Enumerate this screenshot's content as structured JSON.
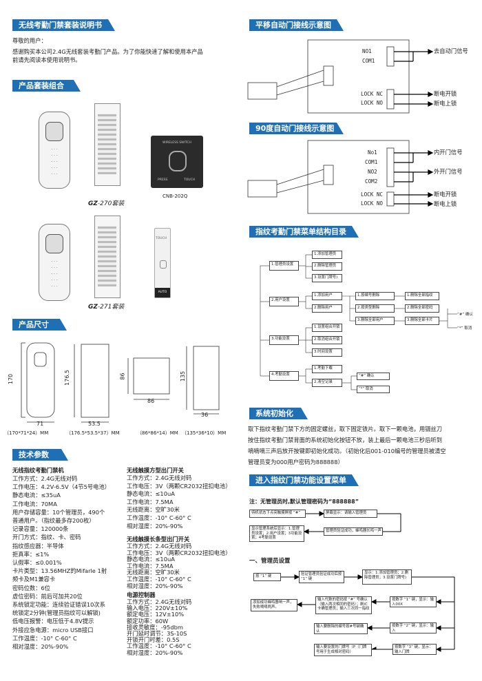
{
  "left": {
    "manual_title": "无线考勤门禁套装说明书",
    "greeting": "尊敬的用户：",
    "intro_line1": "感谢购买本公司2.4G无线套装考勤门产品。为了你能快速了解和使用本产品",
    "intro_line2": "前请先阅读本使用说明书。",
    "combo_title": "产品套装组合",
    "gz270_label": "-270套装",
    "gz271_label": "-271套装",
    "gz_logo": "GZ",
    "cnb_label": "CNB-202Q",
    "touch_text": "TOUCH",
    "auto_text": "AUTO",
    "wireless_switch_text": "WIRELESS SWITCH",
    "press_text": "PRESS",
    "touch_small": "TOUCH",
    "size_title": "产品尺寸",
    "dims": {
      "d170": "170",
      "d71": "71",
      "d176": "176.5",
      "d53": "53.5",
      "d86a": "86",
      "d86b": "86",
      "d135": "135",
      "d36": "36",
      "cap1": "（170*71*24）MM",
      "cap2": "（176.5*53.5*37）MM",
      "cap3": "（86*86*14）MM",
      "cap4": "（135*36*10）MM"
    },
    "spec_title": "技术参数",
    "spec_head1": "无线指纹考勤门禁机",
    "spec1": [
      "工作方式：2.4G无线对码",
      "工作电压：4.2V-6.5V（4节5号电池）",
      "静态电流：≤35uA",
      "工作电流：70MA",
      "用户存储容量：10个管理员，490个",
      "普通用户。（指纹最多存200枚）",
      "记录容量：120000条",
      "开门方式：指纹、卡、密码",
      "指纹感应器：半导体",
      "拒真率：≤1%",
      "认假率：≤0.001%",
      "卡片类型：13.56MHZ的Mifarle 1射",
      "频卡及M1兼容卡",
      "密码位数：6位",
      "虚位密码：前后可加共20位",
      "系统锁定功能：连续验证错误10次系",
      "统锁定2分钟(管理员指纹可以解锁)",
      "低电压报警：电压低于4.8V提示",
      "外接应急电源：micro USB接口",
      "工作温度：-10° C-60° C",
      "相对湿度：20%-90%"
    ],
    "spec_head2": "无线触摸方型出门开关",
    "spec2": [
      "工作方式：2.4G无线对码",
      "工作电压：3V（两颗CR2032扭扣电池）",
      "静态电流：≤10uA",
      "工作电流：7.5MA",
      "无线距离：空旷30米",
      "工作温度：-10° C-60° C",
      "相对湿度：20%-90%"
    ],
    "spec_head3": "无线触摸长条型出门开关",
    "spec3": [
      "工作方式：2.4G无线对码",
      "工作电压：3V（两颗CR2032扭扣电池）",
      "静态电流：≤10uA",
      "工作电流：7.5MA",
      "无线距离：空旷30米",
      "工作温度：-10° C-60° C",
      "相对湿度：20%-90%"
    ],
    "spec_head4": "电源控制器",
    "spec4": [
      "工作方式：2.4G无线对码",
      "输入电压：220V±10%",
      "额定电压：12V±10%",
      "额定功率：60W",
      "接收灵敏度：-95dbm",
      "开门延时调节：3S-10S",
      "开锁开门时差：0.5S",
      "工作温度：-10° C-60° C",
      "相对湿度：20%-90%"
    ]
  },
  "right": {
    "slide_title": "平移自动门接线示意图",
    "slide": {
      "no1": "NO1",
      "com1": "COM1",
      "lock_nc": "LOCK NC",
      "lock_no": "LOCK NO",
      "sig": "去自动门信号",
      "power_off": "断电开锁",
      "power_on": "断电上锁"
    },
    "swing_title": "90度自动门接线示意图",
    "swing": {
      "no1": "No1",
      "com1": "COM1",
      "no2": "NO2",
      "com2": "COM2",
      "lock_nc": "LOCK NC",
      "lock_no": "LOCK NO",
      "in_sig": "内开门信号",
      "out_sig": "外开门信号",
      "power_off": "断电开锁",
      "power_on": "断电上锁"
    },
    "menu_title": "指纹考勤门禁菜单结构目录",
    "menu": {
      "m1": "1.管理员设置",
      "m1a": "1.添加管理员",
      "m1b": "2.删除管理员",
      "m1c": "3.设置门牌号)",
      "m2": "2.用户设置",
      "m2a": "1.添加用户",
      "m2b": "2.删除用户",
      "m2a1": "1.按编号删除",
      "m2a2": "2.按类型删除",
      "m2a3": "3.删除全部用户",
      "m2b1": "1.删除全部指纹",
      "m2b2": "2.删除全部密码",
      "m2b3": "3.删除全部卡片",
      "confirm": "“#” 确认",
      "cancel": "“*” 取消",
      "m3": "3.功能设置",
      "m3a": "1.设置组合开锁",
      "m3b": "2.取消组合开锁",
      "m3c": "3.时间设置",
      "m4": "4.考勤设置",
      "m4a": "1.考勤下载",
      "m4b": "2.清空记录",
      "m4_confirm": "“#” 确认",
      "m4_cancel": "“*” 取消"
    },
    "init_title": "系统初始化",
    "init_lines": [
      "取下指纹考勤门禁下方的固定螺丝，取下固定铁片。取下一颗电池，用镊丝刀",
      "按住指纹考勤门禁背面的系统初始化按钮不放，装上最后一颗电池三秒后听到",
      "嘀嘀嘀三声后放开按键即初始化成功。（初始化后001-010编号的管理员被清空",
      "管理员变为000用户密码为888888）"
    ],
    "enter_title": "进入指纹门禁功能设置菜单",
    "note": "注：无管理员时,默认管理密码为“888888”",
    "flow1": {
      "a": "待机状态下点亮触摸屏按 “#”",
      "b": "屏幕显示：请输入管理员",
      "c": "管理员验证成功，蜂鸣器长鸣一声",
      "d": "显示管理系统后显示：1.管理员设置；2.用户设置；3功能设置；4考勤设置"
    },
    "admin_heading": "一、管理员设置",
    "flow2": {
      "a": "按 “1” 键",
      "b": "验证管理员验证成功后按 “1” 键",
      "c": "显示：1.添加管理员；2.删除管理员；3.设置门牌号)",
      "d": "按数字 “1” 键，显示：输入00X",
      "e": "输入代数的密码按 “#” 号确认（输入两次相同的密码）；刷IC卡确管理员；输入三次同一指纹",
      "f": "添加成功蜂鸣器响一声，失败嘀嘀两声。",
      "g": "输入要删除的编号按#号键确认",
      "h": "按数字 “2” 键，显示：输入",
      "i": "输入要设置的门牌号（P（门牌号用于生成相对密码）",
      "j": "按数字 “3” 键，显示：输入门牌"
    }
  }
}
